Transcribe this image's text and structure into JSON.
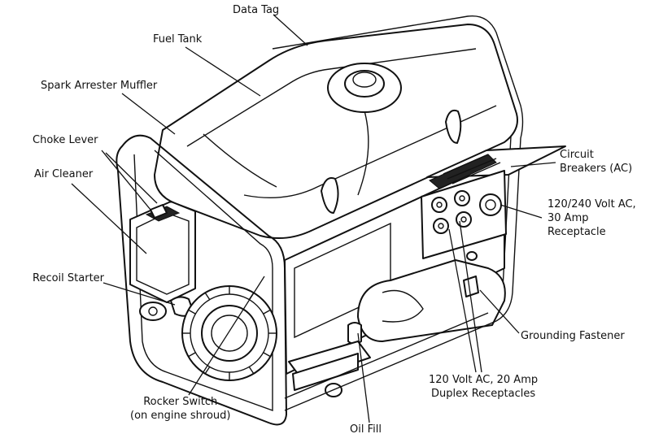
{
  "labels": {
    "data_tag": "Data Tag",
    "fuel_tank": "Fuel Tank",
    "spark_arrester": "Spark Arrester Muffler",
    "choke_lever": "Choke Lever",
    "air_cleaner": "Air Cleaner",
    "recoil_starter": "Recoil Starter",
    "rocker_switch_1": "Rocker Switch",
    "rocker_switch_2": "(on engine shroud)",
    "oil_fill": "Oil Fill",
    "duplex_1": "120 Volt AC, 20 Amp",
    "duplex_2": "Duplex Receptacles",
    "grounding": "Grounding Fastener",
    "receptacle_1": "120/240 Volt AC,",
    "receptacle_2": "30 Amp",
    "receptacle_3": "Receptacle",
    "breakers_1": "Circuit",
    "breakers_2": "Breakers (AC)"
  },
  "colors": {
    "ink": "#111111",
    "background": "#ffffff"
  }
}
